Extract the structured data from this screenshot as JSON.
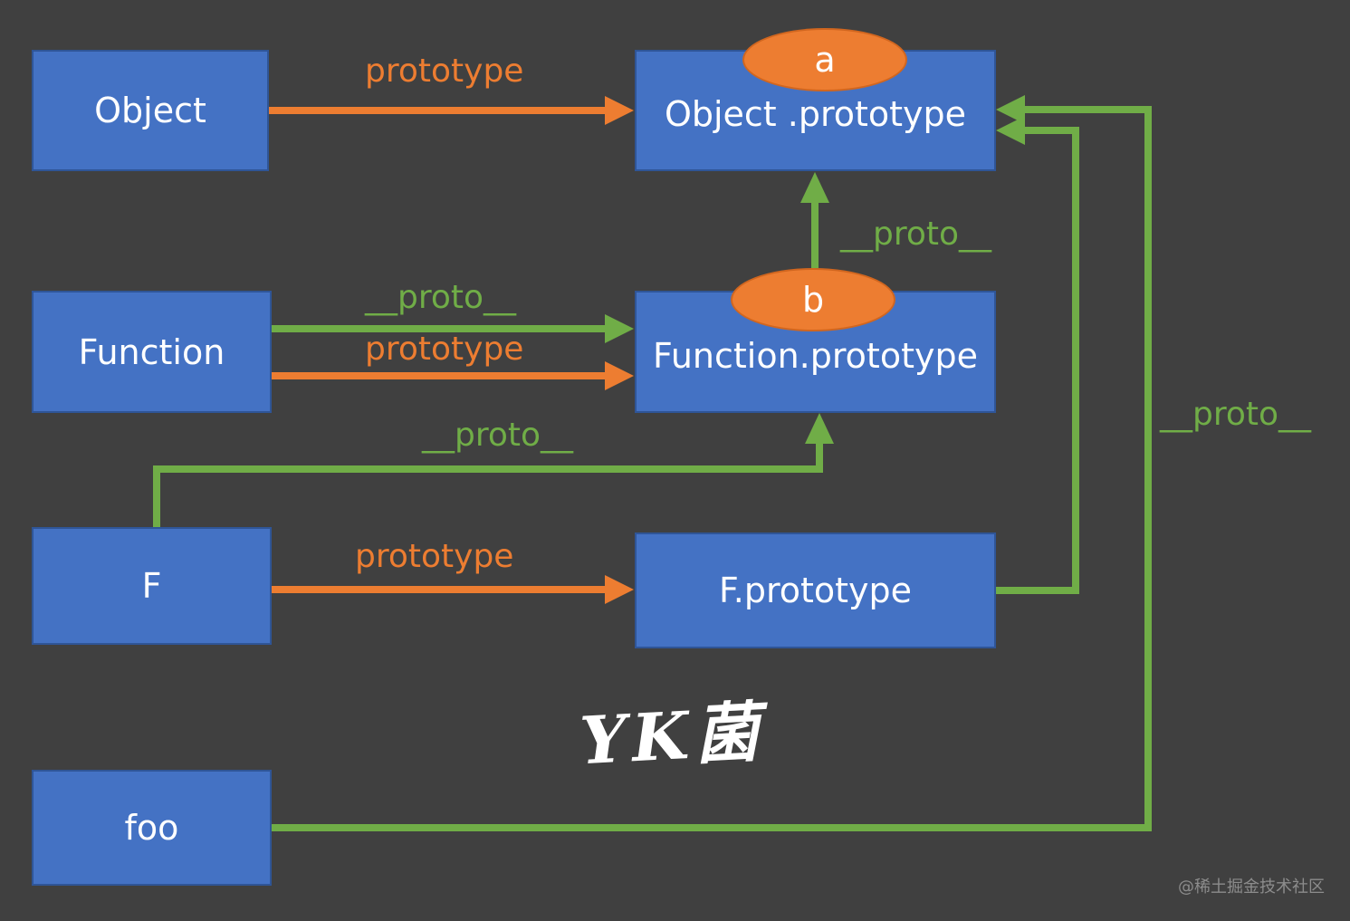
{
  "nodes": {
    "object": "Object",
    "function": "Function",
    "f": "F",
    "foo": "foo",
    "object_prototype": "Object .prototype",
    "function_prototype": "Function.prototype",
    "f_prototype": "F.prototype"
  },
  "badges": {
    "a": "a",
    "b": "b"
  },
  "edge_labels": {
    "object_prototype": "prototype",
    "function_prototype_proto": "__proto__",
    "function_proto": "__proto__",
    "function_prototype": "prototype",
    "f_proto": "__proto__",
    "f_prototype": "prototype",
    "foo_proto": "__proto__"
  },
  "signature": "YK菌",
  "watermark": "@稀土掘金技术社区",
  "colors": {
    "background": "#404040",
    "node_fill": "#4472c4",
    "badge_fill": "#ed7d31",
    "prototype_arrow": "#ed7d31",
    "proto_arrow": "#70ad47"
  }
}
